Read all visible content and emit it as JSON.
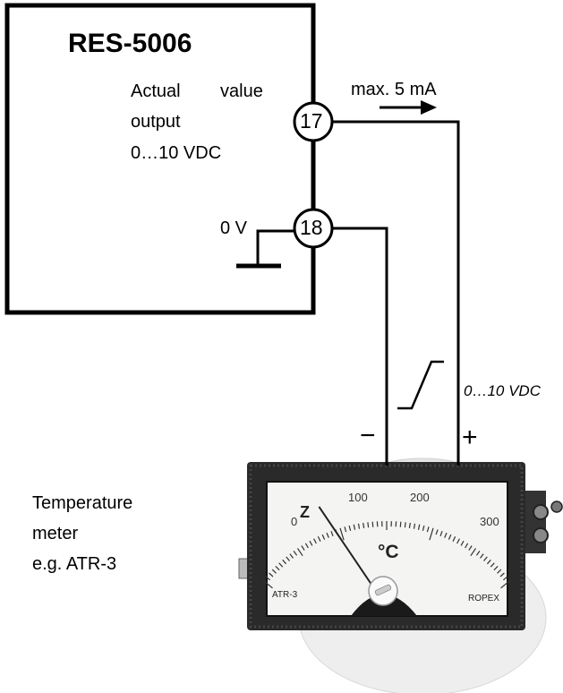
{
  "device": {
    "name": "RES-5006",
    "output_line1": "Actual",
    "output_line2": "value",
    "output_line3": "output",
    "output_line4": "0…10 VDC"
  },
  "terminals": {
    "t17": "17",
    "t18": "18"
  },
  "labels": {
    "ground": "0 V",
    "current": "max. 5 mA",
    "signal": "0…10 VDC",
    "minus": "−",
    "plus": "+"
  },
  "meter": {
    "caption_line1": "Temperature",
    "caption_line2": "meter",
    "caption_line3": "e.g. ATR-3",
    "scale": [
      "0",
      "100",
      "200",
      "300"
    ],
    "unit": "°C",
    "model": "ATR-3",
    "brand": "ROPEX",
    "z_mark": "Z",
    "needle_value": 50
  }
}
